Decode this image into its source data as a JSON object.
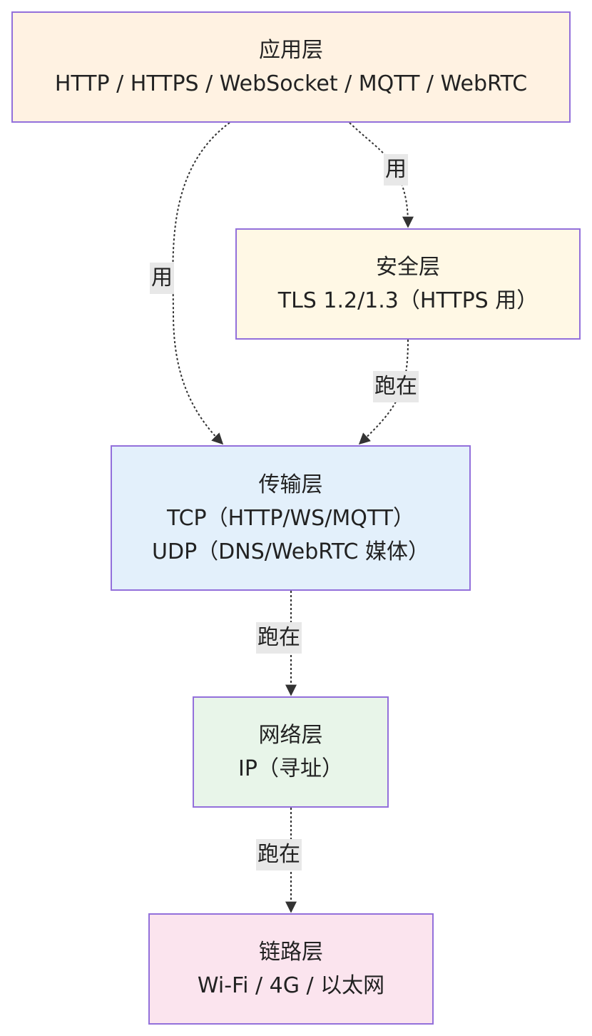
{
  "nodes": {
    "application": {
      "title": "应用层",
      "lines": [
        "HTTP / HTTPS / WebSocket / MQTT / WebRTC"
      ],
      "fill": "#fff2e2"
    },
    "security": {
      "title": "安全层",
      "lines": [
        "TLS 1.2/1.3（HTTPS 用）"
      ],
      "fill": "#fff8e5"
    },
    "transport": {
      "title": "传输层",
      "lines": [
        "TCP（HTTP/WS/MQTT）",
        "UDP（DNS/WebRTC 媒体）"
      ],
      "fill": "#e3f0fb"
    },
    "network": {
      "title": "网络层",
      "lines": [
        "IP（寻址）"
      ],
      "fill": "#e8f5e9"
    },
    "link": {
      "title": "链路层",
      "lines": [
        "Wi-Fi / 4G / 以太网"
      ],
      "fill": "#fbe4ee"
    }
  },
  "edges": [
    {
      "from": "application",
      "to": "transport",
      "label": "用"
    },
    {
      "from": "application",
      "to": "security",
      "label": "用"
    },
    {
      "from": "security",
      "to": "transport",
      "label": "跑在"
    },
    {
      "from": "transport",
      "to": "network",
      "label": "跑在"
    },
    {
      "from": "network",
      "to": "link",
      "label": "跑在"
    }
  ],
  "colors": {
    "node_border": "#9370db",
    "edge": "#333333",
    "edge_label_bg": "#e8e8e8"
  }
}
